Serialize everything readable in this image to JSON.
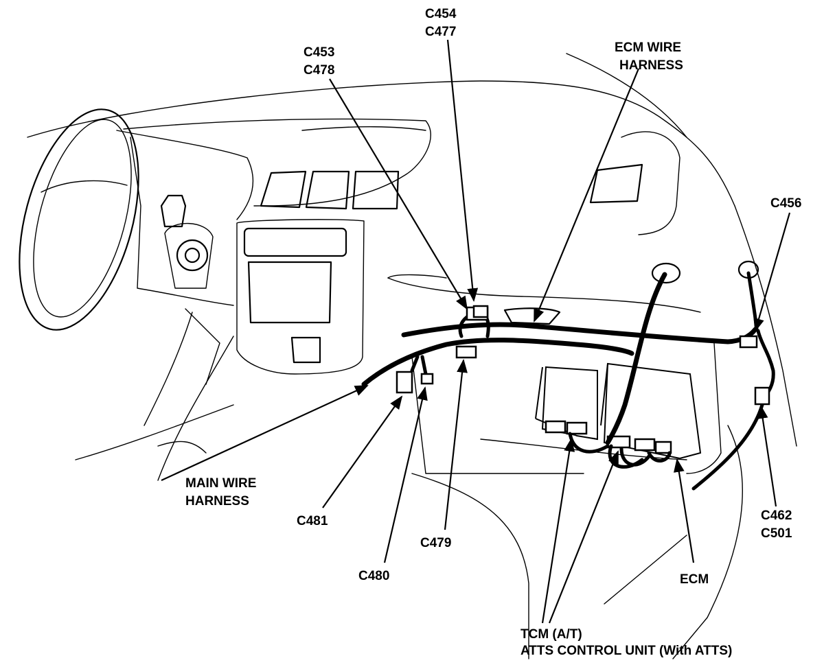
{
  "labels": {
    "c454": "C454",
    "c477": "C477",
    "c453": "C453",
    "c478": "C478",
    "ecm_wire_1": "ECM WIRE",
    "ecm_wire_2": "HARNESS",
    "c456": "C456",
    "main_wire_1": "MAIN WIRE",
    "main_wire_2": "HARNESS",
    "c481": "C481",
    "c480": "C480",
    "c479": "C479",
    "ecm": "ECM",
    "c462": "C462",
    "c501": "C501",
    "tcm_1": "TCM (A/T)",
    "tcm_2": "ATTS CONTROL UNIT (With ATTS)"
  }
}
